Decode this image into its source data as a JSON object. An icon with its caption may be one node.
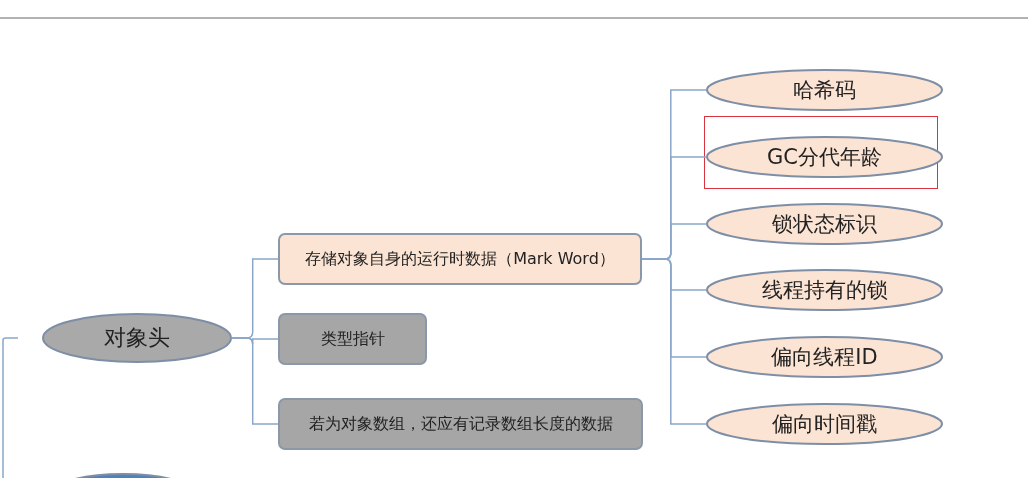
{
  "diagram": {
    "nodes": [
      {
        "text": [
          "对象头"
        ]
      },
      {
        "text": [
          "存储对象自身的运行时数据（Mark Word）"
        ]
      },
      {
        "text": [
          "类型指针"
        ]
      },
      {
        "text": [
          "若为对象数组，还应有记录数组长度的数据"
        ]
      },
      {
        "text": [
          "哈希码"
        ]
      },
      {
        "text": [
          "GC分代年龄"
        ]
      },
      {
        "text": [
          "锁状态标识"
        ]
      },
      {
        "text": [
          "线程持有的锁"
        ]
      },
      {
        "text": [
          "偏向线程ID"
        ]
      },
      {
        "text": [
          "偏向时间戳"
        ]
      },
      {
        "text": [],
        "shape": "ellipse"
      }
    ],
    "edges": [
      {
        "from": null,
        "to": 0,
        "arrow": "none"
      },
      {
        "from": 0,
        "to": 1,
        "arrow": "none"
      },
      {
        "from": 0,
        "to": 2,
        "arrow": "none"
      },
      {
        "from": 0,
        "to": 3,
        "arrow": "none"
      },
      {
        "from": 1,
        "to": 4,
        "arrow": "none"
      },
      {
        "from": 1,
        "to": 5,
        "arrow": "none"
      },
      {
        "from": 1,
        "to": 6,
        "arrow": "none"
      },
      {
        "from": 1,
        "to": 7,
        "arrow": "none"
      },
      {
        "from": 1,
        "to": 8,
        "arrow": "none"
      },
      {
        "from": 1,
        "to": 9,
        "arrow": "none"
      }
    ]
  }
}
